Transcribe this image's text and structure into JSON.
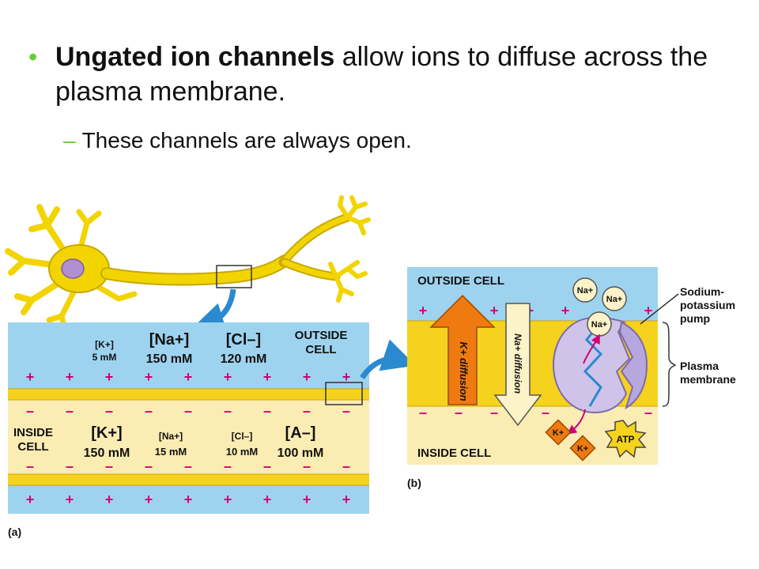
{
  "bullet": {
    "bold": "Ungated ion channels",
    "rest": " allow ions to diffuse across the plasma membrane."
  },
  "sub_bullet": {
    "dash": "–",
    "text": "These channels are always open."
  },
  "panel_a": {
    "label": "(a)",
    "outside_label": [
      "OUTSIDE",
      "CELL"
    ],
    "inside_label": [
      "INSIDE",
      "CELL"
    ],
    "outside_ions": [
      {
        "ion": "[K+]",
        "conc": "5 mM"
      },
      {
        "ion": "[Na+]",
        "conc": "150 mM"
      },
      {
        "ion": "[Cl–]",
        "conc": "120 mM"
      }
    ],
    "inside_ions": [
      {
        "ion": "[K+]",
        "conc": "150 mM"
      },
      {
        "ion": "[Na+]",
        "conc": "15 mM"
      },
      {
        "ion": "[Cl–]",
        "conc": "10 mM"
      },
      {
        "ion": "[A–]",
        "conc": "100 mM"
      }
    ],
    "plus": "+",
    "minus": "–"
  },
  "panel_b": {
    "label": "(b)",
    "outside_label": "OUTSIDE CELL",
    "inside_label": "INSIDE CELL",
    "k_diffusion": "K+ diffusion",
    "na_diffusion": "Na+ diffusion",
    "na": "Na+",
    "k": "K+",
    "atp": "ATP",
    "pump_label": [
      "Sodium-",
      "potassium",
      "pump"
    ],
    "membrane_label": [
      "Plasma",
      "membrane"
    ]
  },
  "colors": {
    "bullet_green": "#66cc33",
    "outside_blue": "#9ed3f0",
    "membrane_yellow": "#f5d21e",
    "inside_cream": "#fbecb4",
    "neuron_yellow": "#f2d400",
    "nucleus": "#b090d0",
    "plus_magenta": "#cc0077",
    "arrow_orange": "#ee7a10",
    "arrow_blue": "#2a8ad0"
  }
}
